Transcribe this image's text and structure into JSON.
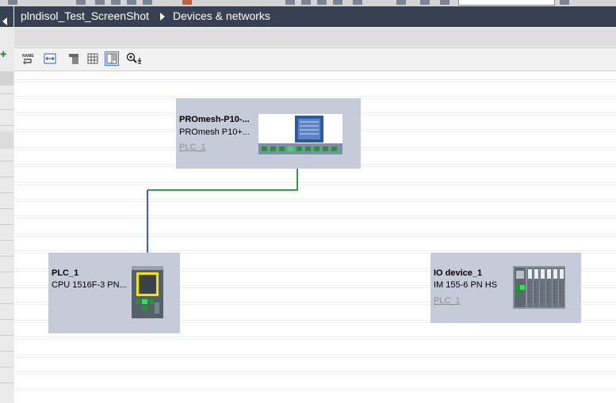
{
  "header": {
    "project_name": "plndisol_Test_ScreenShot",
    "page_title": "Devices & networks"
  },
  "toolbar": {
    "tools": [
      {
        "name": "show-device-names",
        "icon": "name-icon"
      },
      {
        "name": "fit-to-window",
        "icon": "fit-icon"
      },
      {
        "name": "toggle-device-view",
        "icon": "rack-icon"
      },
      {
        "name": "overview-grid",
        "icon": "grid-icon"
      },
      {
        "name": "page-layout",
        "icon": "page-icon"
      },
      {
        "name": "zoom",
        "icon": "zoom-icon"
      }
    ]
  },
  "devices": [
    {
      "id": "switch",
      "name": "PROmesh-P10-...",
      "type": "PROmesh  P10+...",
      "assigned_plc": "PLC_1"
    },
    {
      "id": "plc",
      "name": "PLC_1",
      "type": "CPU 1516F-3 PN...",
      "assigned_plc": ""
    },
    {
      "id": "io",
      "name": "IO device_1",
      "type": "IM 155-6 PN HS",
      "assigned_plc": "PLC_1"
    }
  ],
  "colors": {
    "title_bar": "#384152",
    "device_box": "#c6cbd9",
    "profinet_green": "#2ea043",
    "profinet_blue": "#3a5fc8",
    "cpu_yellow": "#f2e600"
  }
}
